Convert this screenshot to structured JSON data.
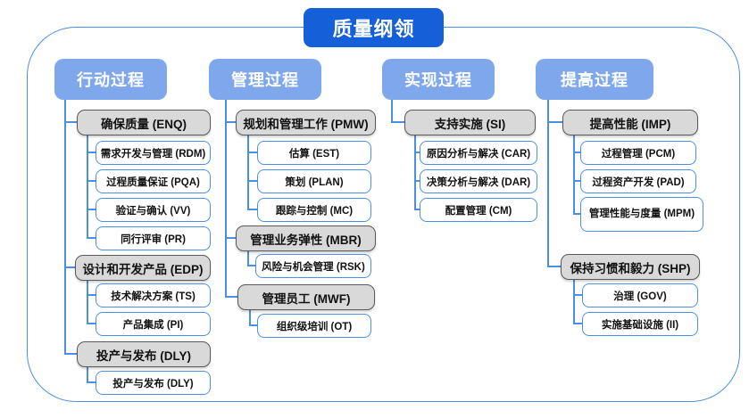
{
  "title": "质量纲领",
  "colors": {
    "title_bg": "#1560d8",
    "header_bg": "#7fa8ec",
    "group_fill": "#d9d9d9",
    "group_border": "#595959",
    "item_border": "#4a90e2",
    "line": "#4a90e2",
    "frame_border": "#4a90e2"
  },
  "columns": [
    {
      "header": "行动过程",
      "groups": [
        {
          "label": "确保质量 (ENQ)",
          "children": [
            "需求开发与管理 (RDM)",
            "过程质量保证 (PQA)",
            "验证与确认 (VV)",
            "同行评审 (PR)"
          ]
        },
        {
          "label": "设计和开发产品 (EDP)",
          "children": [
            "技术解决方案 (TS)",
            "产品集成 (PI)"
          ]
        },
        {
          "label": "投产与发布 (DLY)",
          "children": [
            "投产与发布 (DLY)"
          ]
        }
      ]
    },
    {
      "header": "管理过程",
      "groups": [
        {
          "label": "规划和管理工作 (PMW)",
          "children": [
            "估算 (EST)",
            "策划 (PLAN)",
            "跟踪与控制 (MC)"
          ]
        },
        {
          "label": "管理业务弹性 (MBR)",
          "children": [
            "风险与机会管理 (RSK)"
          ]
        },
        {
          "label": "管理员工 (MWF)",
          "children": [
            "组织级培训 (OT)"
          ]
        }
      ]
    },
    {
      "header": "实现过程",
      "groups": [
        {
          "label": "支持实施 (SI)",
          "children": [
            "原因分析与解决 (CAR)",
            "决策分析与解决 (DAR)",
            "配置管理 (CM)"
          ]
        }
      ]
    },
    {
      "header": "提高过程",
      "groups": [
        {
          "label": "提高性能 (IMP)",
          "children": [
            "过程管理 (PCM)",
            "过程资产开发 (PAD)",
            "管理性能与度量 (MPM)"
          ]
        },
        {
          "label": "保持习惯和毅力 (SHP)",
          "children": [
            "治理 (GOV)",
            "实施基础设施 (II)"
          ]
        }
      ]
    }
  ]
}
